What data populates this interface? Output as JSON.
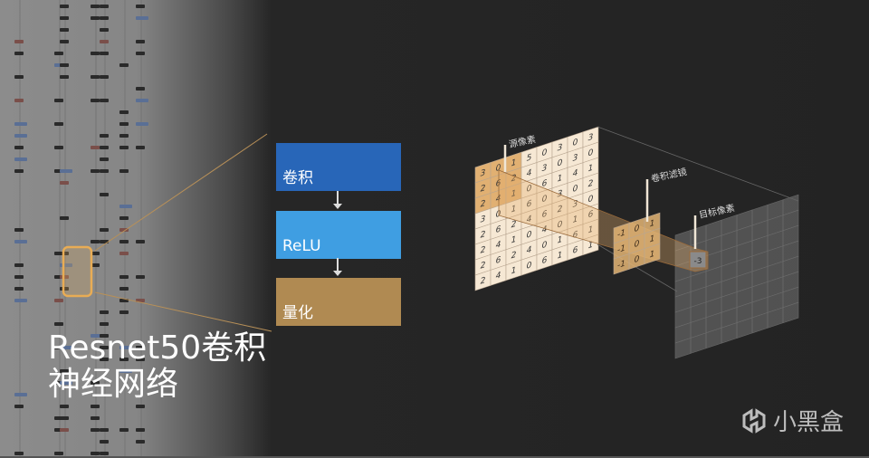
{
  "title": {
    "line1": "Resnet50卷积",
    "line2": "神经网络"
  },
  "flow": [
    {
      "label": "卷积",
      "color": "#2866b8"
    },
    {
      "label": "ReLU",
      "color": "#3f9ee2"
    },
    {
      "label": "量化",
      "color": "#b08a52"
    }
  ],
  "convolution": {
    "source_label": "源像素",
    "filter_label": "卷积滤镜",
    "target_label": "目标像素",
    "source_grid": [
      [
        3,
        0,
        1,
        5,
        0,
        3,
        0,
        3
      ],
      [
        2,
        6,
        2,
        4,
        3,
        0,
        3,
        0
      ],
      [
        2,
        4,
        1,
        0,
        6,
        1,
        4,
        1
      ],
      [
        3,
        0,
        1,
        6,
        0,
        3,
        0,
        2
      ],
      [
        2,
        6,
        2,
        4,
        6,
        2,
        3,
        0
      ],
      [
        2,
        4,
        1,
        0,
        4,
        0,
        1,
        6
      ],
      [
        2,
        6,
        2,
        4,
        0,
        1,
        6,
        1
      ],
      [
        2,
        4,
        1,
        0,
        6,
        1,
        6,
        1
      ]
    ],
    "filter_grid": [
      [
        -1,
        0,
        1
      ],
      [
        -1,
        0,
        1
      ],
      [
        -1,
        0,
        1
      ]
    ],
    "target_value": "-3",
    "colors": {
      "source": "#f6e8d4",
      "highlight": "#e1b072",
      "filter": "#e4b574",
      "target": "#5c5c5c"
    }
  },
  "watermark": {
    "text": "小黑盒"
  }
}
